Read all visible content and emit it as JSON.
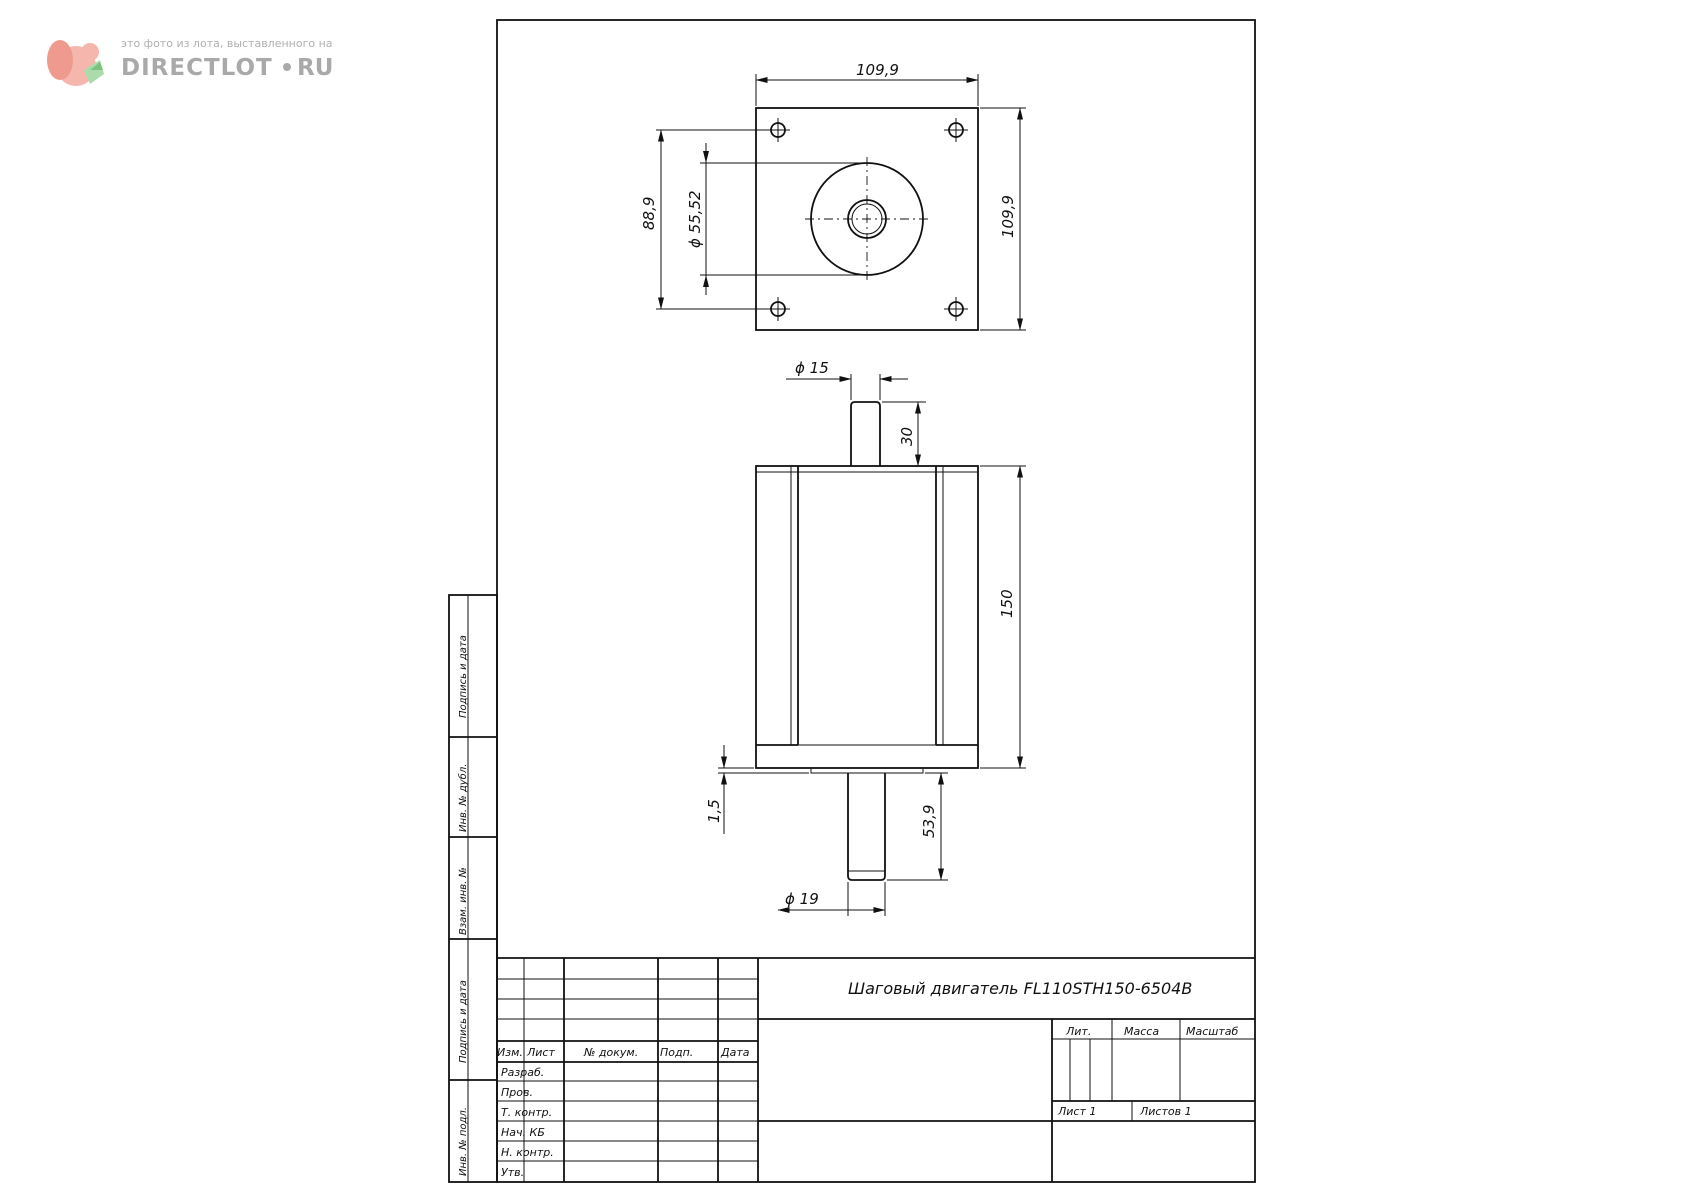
{
  "watermark": {
    "caption": "это фото из лота, выставленного на",
    "brand_left": "DIRECTLOT",
    "brand_right": "RU",
    "logo_icon": "squirrel-icon"
  },
  "dimensions": {
    "top_width": "109,9",
    "right_height": "109,9",
    "hole_spacing": "88,9",
    "boss_diameter": "ϕ 55,52",
    "front_shaft_diameter": "ϕ 15",
    "front_shaft_length": "30",
    "body_length": "150",
    "flange_gap": "1,5",
    "rear_shaft_length": "53,9",
    "rear_shaft_diameter": "ϕ 19"
  },
  "side_stamp": {
    "cells": [
      "Подпись и дата",
      "Инв. № дубл.",
      "Взам. инв. №",
      "Подпись и дата",
      "Инв. № подл."
    ]
  },
  "title_block": {
    "title": "Шаговый двигатель FL110STH150-6504B",
    "headers": [
      "Изм.",
      "Лист",
      "№ докум.",
      "Подп.",
      "Дата"
    ],
    "roles": [
      "Разраб.",
      "Пров.",
      "Т. контр.",
      "Нач. КБ",
      "Н. контр.",
      "Утв."
    ],
    "lit_label": "Лит.",
    "mass_label": "Масса",
    "scale_label": "Масштаб",
    "sheet_label": "Лист 1",
    "sheets_label": "Листов 1"
  }
}
